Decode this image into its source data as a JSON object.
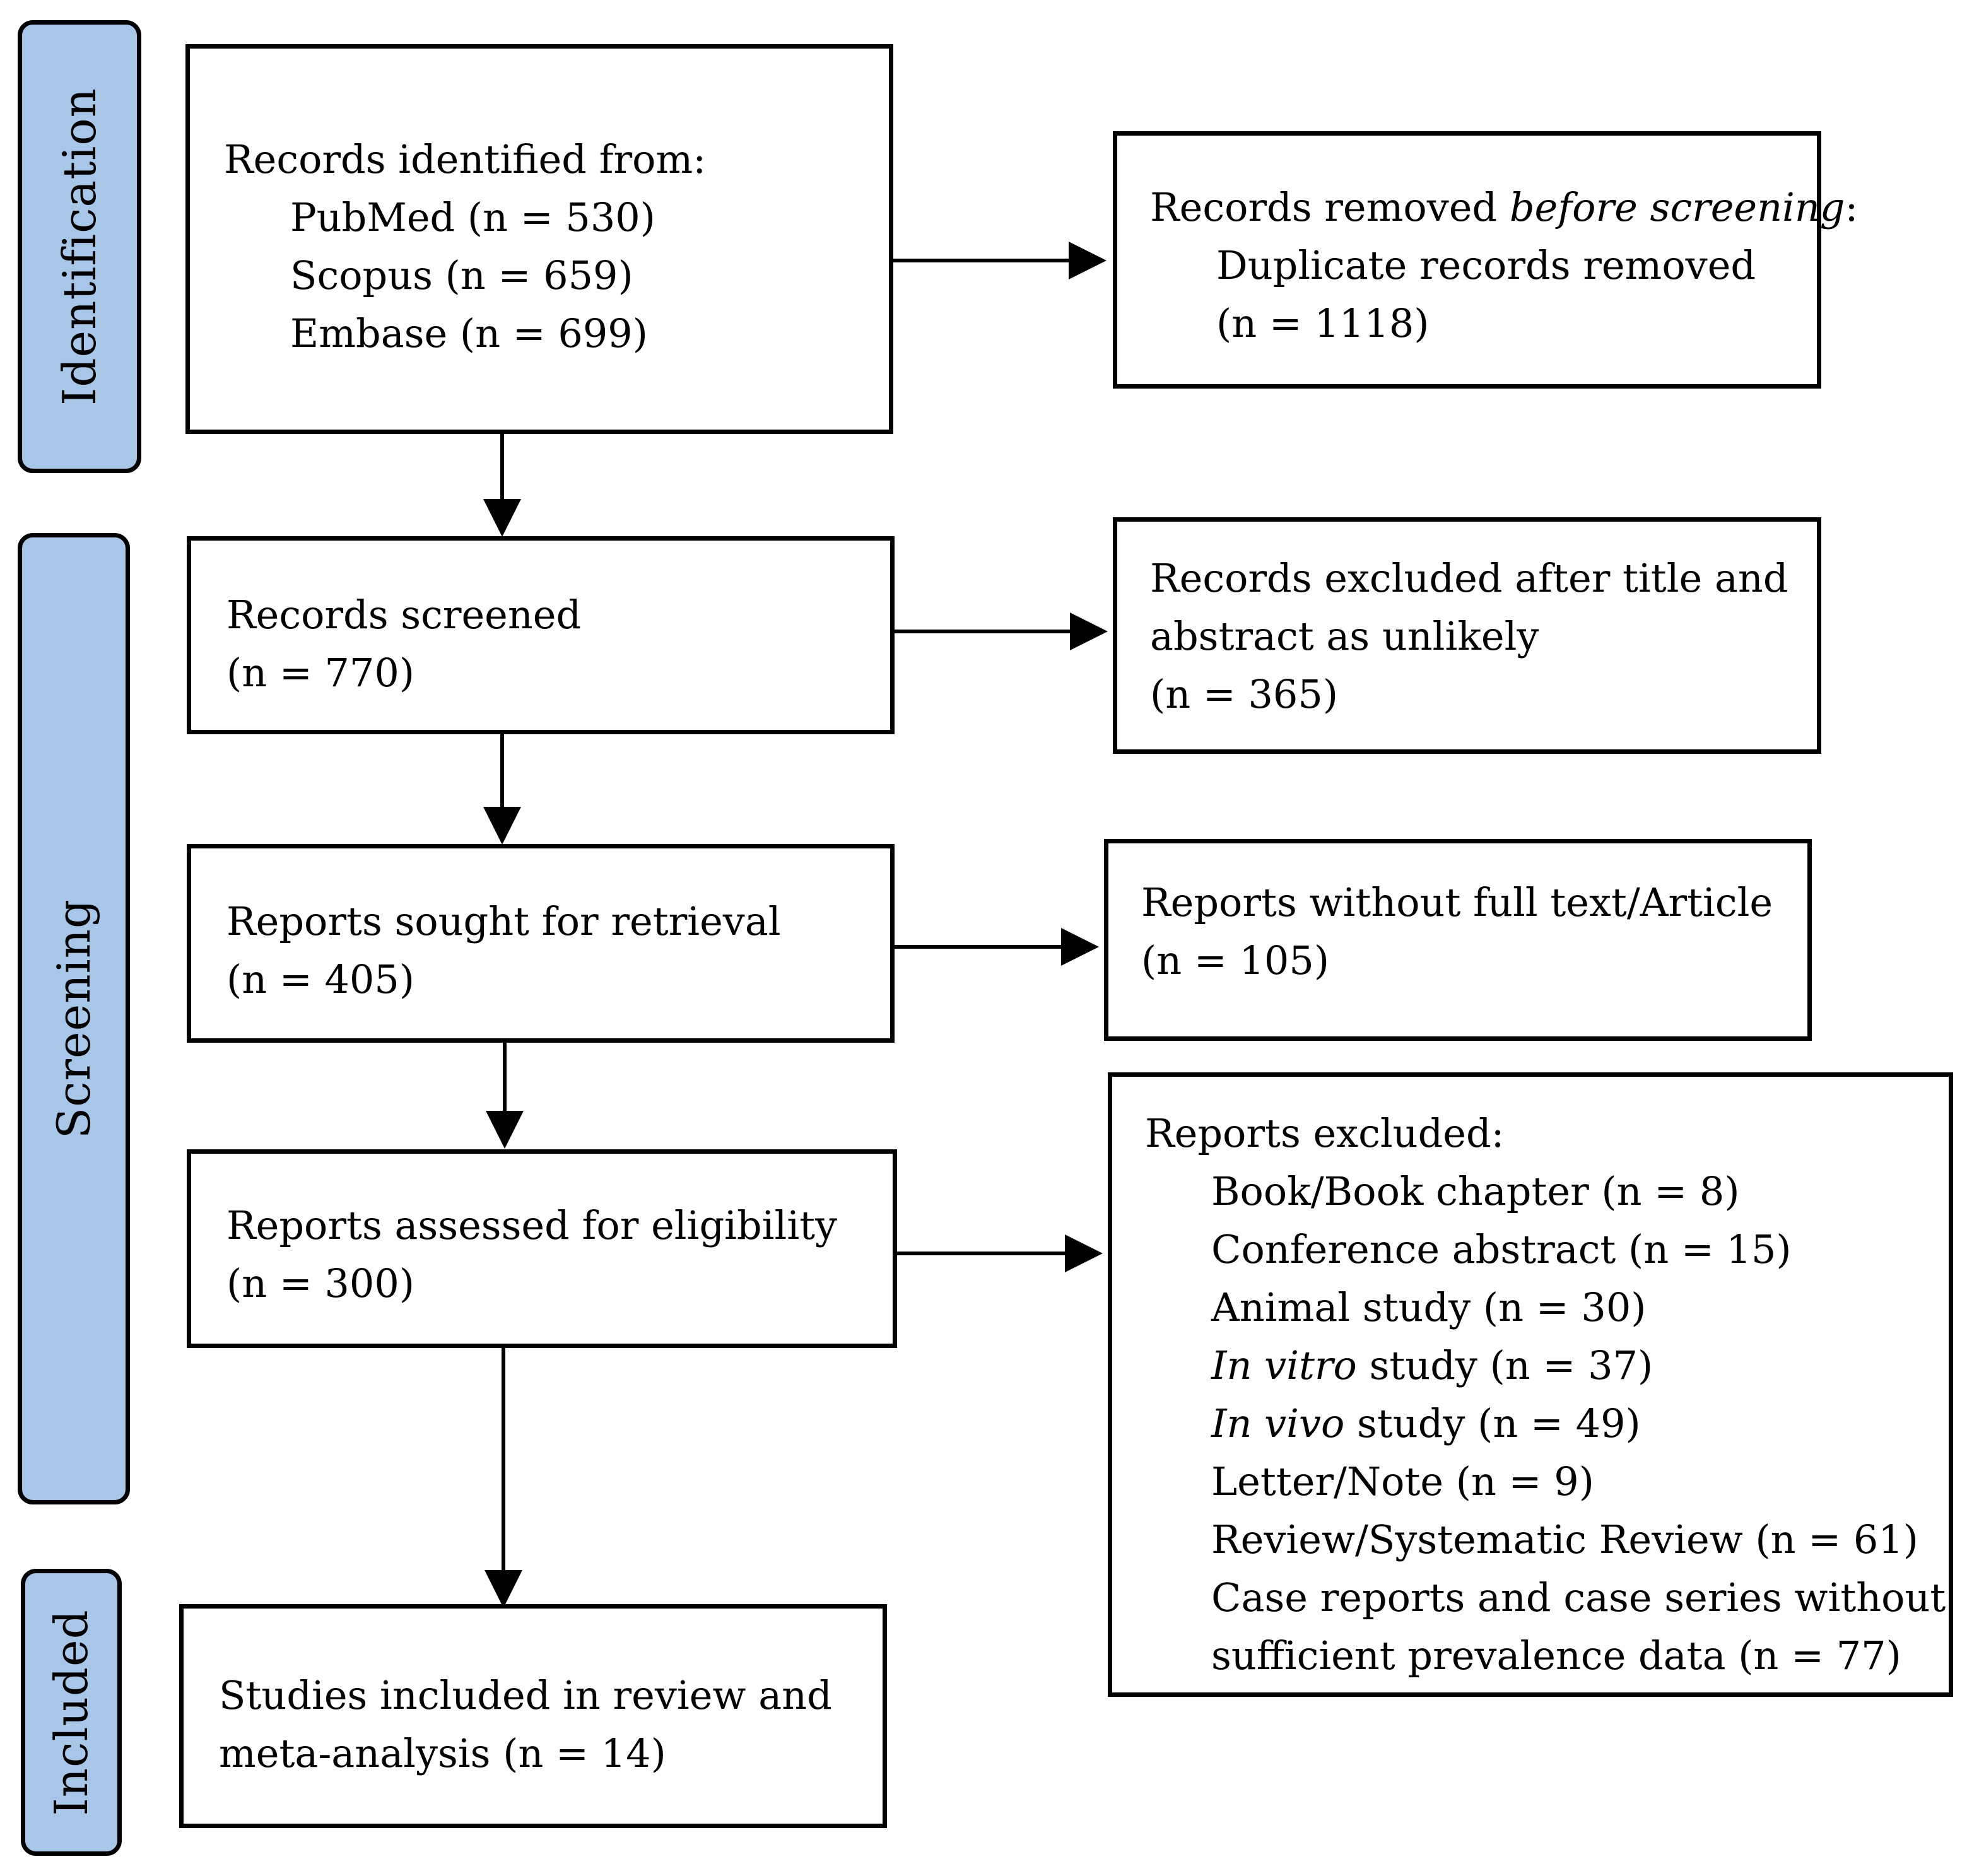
{
  "phases": {
    "identification": "Identification",
    "screening": "Screening",
    "included": "Included"
  },
  "boxes": {
    "identified": {
      "title": "Records identified from:",
      "items": [
        "PubMed (n = 530)",
        "Scopus (n = 659)",
        "Embase (n = 699)"
      ]
    },
    "removed": {
      "title_pre": "Records removed ",
      "title_em": "before screening",
      "title_post": ":",
      "line1": "Duplicate records removed",
      "line2": "(n = 1118)"
    },
    "screened": {
      "line1": "Records screened",
      "line2": "(n = 770)"
    },
    "excluded_title": {
      "line1": "Records excluded after title and",
      "line2": "abstract as unlikely",
      "line3": "(n = 365)"
    },
    "sought": {
      "line1": "Reports sought for retrieval",
      "line2": "(n = 405)"
    },
    "no_fulltext": {
      "line1": "Reports without full text/Article",
      "line2": "(n = 105)"
    },
    "assessed": {
      "line1": "Reports assessed for eligibility",
      "line2": "(n = 300)"
    },
    "reports_excluded": {
      "title": "Reports excluded:",
      "book": "Book/Book chapter (n = 8)",
      "conference": "Conference abstract (n = 15)",
      "animal": "Animal study (n = 30)",
      "invitro_em": "In vitro",
      "invitro_rest": " study (n = 37)",
      "invivo_em": "In vivo",
      "invivo_rest": " study (n = 49)",
      "letter": "Letter/Note (n = 9)",
      "review": "Review/Systematic Review (n = 61)",
      "case1": "Case reports and case series without",
      "case2": "sufficient prevalence data (n = 77)"
    },
    "included": {
      "line1": "Studies included in review and",
      "line2": "meta-analysis (n = 14)"
    }
  }
}
